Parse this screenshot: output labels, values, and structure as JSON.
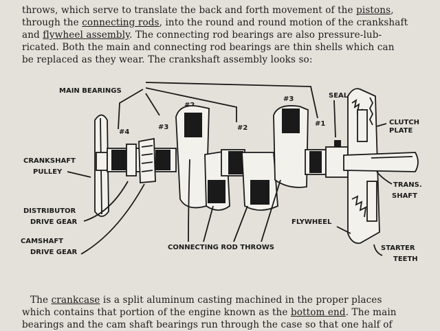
{
  "top_lines": [
    {
      "segments": [
        {
          "t": "throws, which serve to translate the back and forth movement of the ",
          "u": false
        },
        {
          "t": "pistons",
          "u": true
        },
        {
          "t": ",",
          "u": false
        }
      ]
    },
    {
      "segments": [
        {
          "t": "through the ",
          "u": false
        },
        {
          "t": "connecting rods",
          "u": true
        },
        {
          "t": ", into the round and round motion of the crankshaft",
          "u": false
        }
      ]
    },
    {
      "segments": [
        {
          "t": "and ",
          "u": false
        },
        {
          "t": "flywheel assembly",
          "u": true
        },
        {
          "t": ". The connecting rod bearings are also pressure-lub-",
          "u": false
        }
      ]
    },
    {
      "segments": [
        {
          "t": "ricated. Both the main and connecting rod bearings are thin shells which can",
          "u": false
        }
      ]
    },
    {
      "segments": [
        {
          "t": "be replaced as they wear. The crankshaft assembly looks so:",
          "u": false
        }
      ]
    }
  ],
  "bottom_lines": [
    {
      "segments": [
        {
          "t": "The ",
          "u": false
        },
        {
          "t": "crankcase",
          "u": true
        },
        {
          "t": " is a split aluminum casting machined in the proper places",
          "u": false
        }
      ]
    },
    {
      "segments": [
        {
          "t": "which contains that portion of the engine known as the ",
          "u": false
        },
        {
          "t": "bottom end",
          "u": true
        },
        {
          "t": ". The main",
          "u": false
        }
      ]
    },
    {
      "segments": [
        {
          "t": "bearings and the cam shaft bearings run through the case so that one half of",
          "u": false
        }
      ]
    }
  ],
  "diagram": {
    "main_bearings": "MAIN BEARINGS",
    "seal": "SEAL",
    "clutch_plate": [
      "CLUTCH",
      "PLATE"
    ],
    "crankshaft_pulley": [
      "CRANKSHAFT",
      "PULLEY"
    ],
    "distributor_drive_gear": [
      "DISTRIBUTOR",
      "DRIVE GEAR"
    ],
    "camshaft_drive_gear": [
      "CAMSHAFT",
      "DRIVE GEAR"
    ],
    "trans_shaft": [
      "TRANS.",
      "SHAFT"
    ],
    "flywheel": "FLYWHEEL",
    "starter_teeth": [
      "STARTER",
      "TEETH"
    ],
    "connecting_rod_throws": "CONNECTING ROD THROWS",
    "main_bearing_numbers": [
      "#4",
      "#3",
      "#2",
      "#1"
    ],
    "throw_numbers": [
      "#2",
      "#4",
      "#1",
      "#3"
    ]
  }
}
